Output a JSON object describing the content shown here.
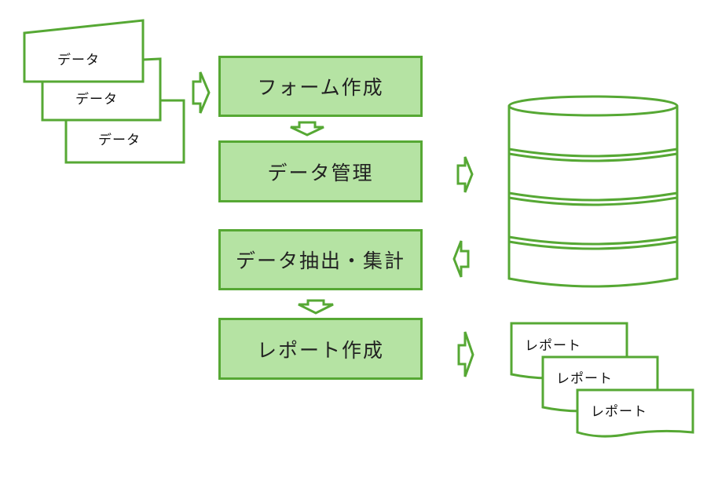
{
  "colors": {
    "stroke": "#56a834",
    "fill": "#b5e3a3"
  },
  "input_docs": [
    "データ",
    "データ",
    "データ"
  ],
  "process_steps": [
    "フォーム作成",
    "データ管理",
    "データ抽出・集計",
    "レポート作成"
  ],
  "database": {
    "icon": "database-icon",
    "layers": 4
  },
  "output_docs": [
    "レポート",
    "レポート",
    "レポート"
  ]
}
